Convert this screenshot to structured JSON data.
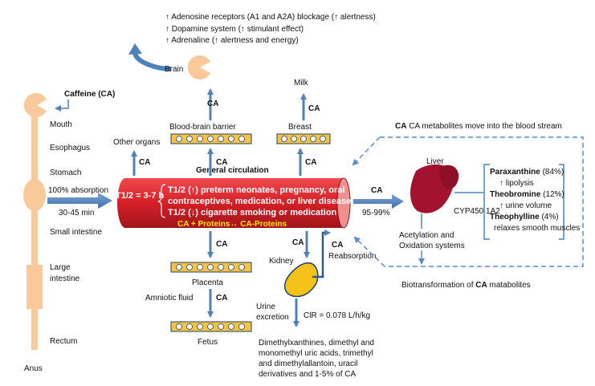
{
  "brain_effects": [
    "↑ Adenosine receptors (A1 and A2A) blockage (↑ alertness)",
    "↑ Dopamine system (↑ stimulant effect)",
    "↑ Adrenaline (↑ alertness and energy)"
  ],
  "labels": {
    "brain": "Brain",
    "caffeine": "Caffeine (CA)",
    "mouth": "Mouth",
    "esophagus": "Esophagus",
    "stomach": "Stomach",
    "small_intestine": "Small intestine",
    "large_intestine_1": "Large",
    "large_intestine_2": "intestine",
    "rectum": "Rectum",
    "anus": "Anus",
    "absorption": "100% absorption",
    "absorption_time": "30-45 min",
    "other_organs": "Other organs",
    "bbb": "Blood-brain barrier",
    "milk": "Milk",
    "breast": "Breast",
    "general_circulation": "General circulation",
    "placenta": "Placenta",
    "amniotic_fluid": "Amniotic fluid",
    "fetus": "Fetus",
    "kidney": "Kidney",
    "reabsorption": "Reabsorption",
    "urine_1": "Urine",
    "urine_2": "excretion",
    "clearance": "ClR = 0.078 L/h/kg",
    "liver": "Liver",
    "percent_liver": "95-99%",
    "cyp": "CYP450 1A2",
    "acetylation_1": "Acetylation and",
    "acetylation_2": "Oxidation systems",
    "metabolites_move": "CA metabolites move into the blood stream",
    "biotransformation": "Biotransformation of CA matabolites",
    "ca": "CA"
  },
  "vessel": {
    "half_life": "T1/2 = 3-7 h",
    "increase_1": "T1/2 (↑) preterm neonates, pregnancy, oral",
    "increase_2": "contraceptives, medication, or liver disease",
    "decrease": "T1/2 (↓) cigarette smoking or medication",
    "binding": "CA + Proteins↔ CA-Proteins"
  },
  "metabolites": [
    {
      "name": "Paraxanthine",
      "pct": "(84%)",
      "effect": "↑ lipolysis"
    },
    {
      "name": "Theobromine",
      "pct": "(12%)",
      "effect": "↑ urine volume"
    },
    {
      "name": "Theophylline",
      "pct": "(4%)",
      "effect": "relaxes smooth muscles"
    }
  ],
  "urine_products": [
    "Dimethylxanthines, dimethyl and",
    "monomethyl uric acids, trimethyl",
    "and dimethylallantoin, uracil",
    "derivatives and 1-5% of CA"
  ],
  "colors": {
    "arrow_blue": "#4f81bd",
    "arrow_dark": "#2f5a8f",
    "vessel_red": "#d61f26",
    "vessel_dark": "#8e1015",
    "vessel_end": "#f08f8f",
    "body_peach": "#f9c99a",
    "liver": "#a3122f",
    "kidney": "#f5c21a",
    "text_yellow": "#ffe600"
  }
}
